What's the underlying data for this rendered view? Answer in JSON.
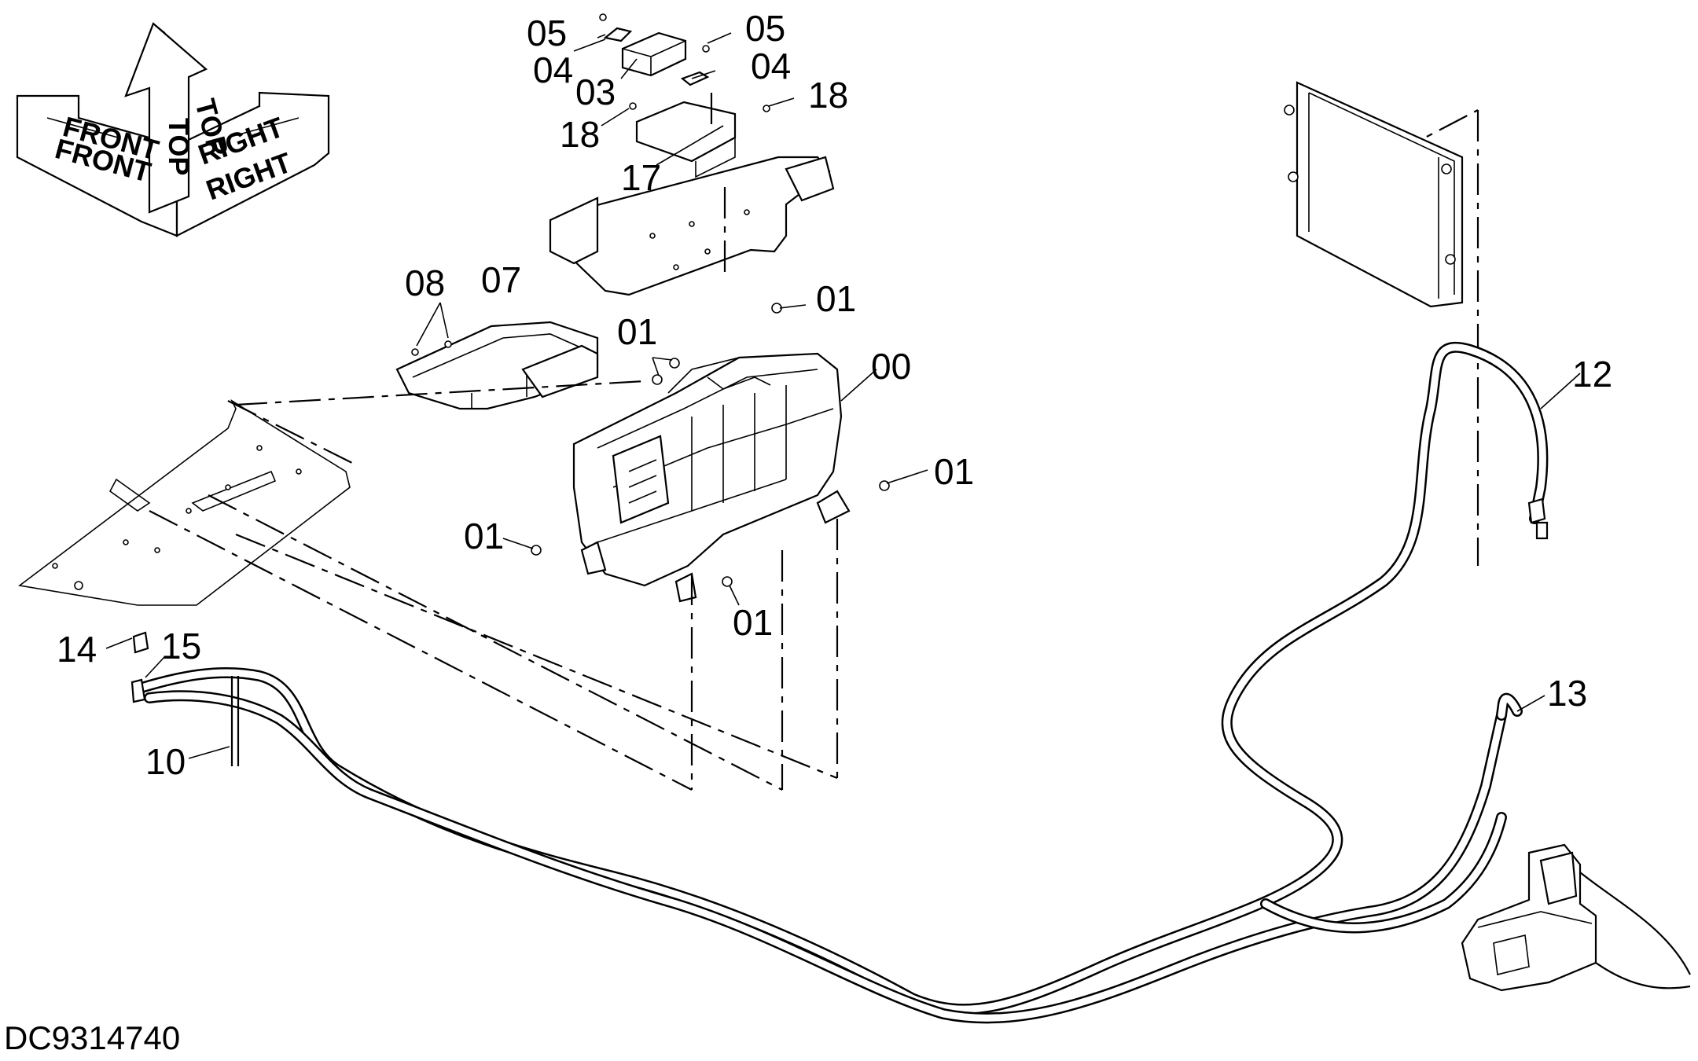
{
  "diagram": {
    "document_id": "DC9314740",
    "orientation": {
      "front_label": "FRONT",
      "top_label": "TOP",
      "right_label": "RIGHT"
    },
    "callouts": [
      {
        "id": "00",
        "text": "00"
      },
      {
        "id": "01",
        "text": "01"
      },
      {
        "id": "03",
        "text": "03"
      },
      {
        "id": "04",
        "text": "04"
      },
      {
        "id": "05",
        "text": "05"
      },
      {
        "id": "07",
        "text": "07"
      },
      {
        "id": "08",
        "text": "08"
      },
      {
        "id": "10",
        "text": "10"
      },
      {
        "id": "12",
        "text": "12"
      },
      {
        "id": "13",
        "text": "13"
      },
      {
        "id": "14",
        "text": "14"
      },
      {
        "id": "15",
        "text": "15"
      },
      {
        "id": "17",
        "text": "17"
      },
      {
        "id": "18",
        "text": "18"
      }
    ]
  }
}
